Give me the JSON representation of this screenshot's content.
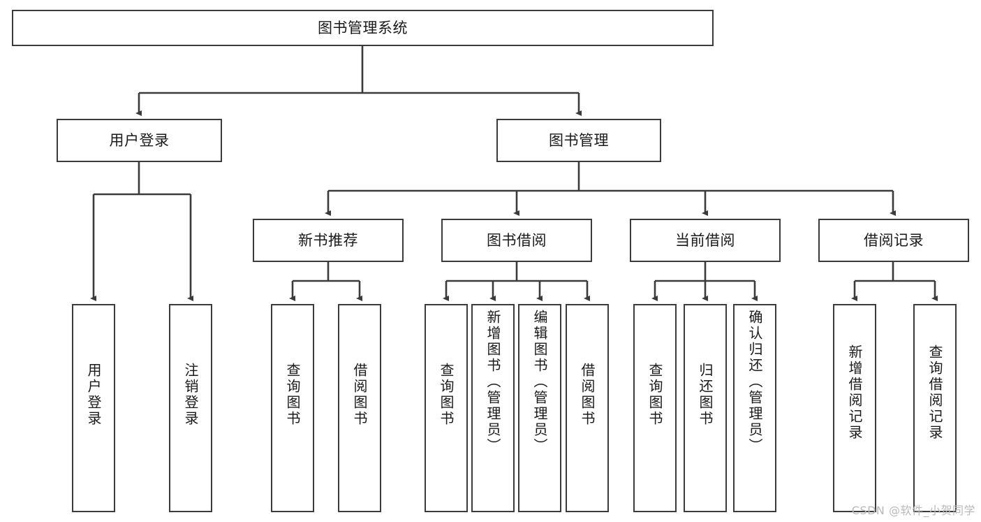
{
  "diagram": {
    "type": "tree",
    "title": "图书管理系统",
    "root": {
      "label": "图书管理系统"
    },
    "level2": [
      {
        "label": "用户登录"
      },
      {
        "label": "图书管理"
      }
    ],
    "level3": [
      {
        "label": "新书推荐"
      },
      {
        "label": "图书借阅"
      },
      {
        "label": "当前借阅"
      },
      {
        "label": "借阅记录"
      }
    ],
    "leaves": {
      "user_login": [
        {
          "label": "用户登录"
        },
        {
          "label": "注销登录"
        }
      ],
      "new_book_recommend": [
        {
          "label": "查询图书"
        },
        {
          "label": "借阅图书"
        }
      ],
      "book_borrow": [
        {
          "label": "查询图书"
        },
        {
          "label": "新增图书（管理员）"
        },
        {
          "label": "编辑图书（管理员）"
        },
        {
          "label": "借阅图书"
        }
      ],
      "current_borrow": [
        {
          "label": "查询图书"
        },
        {
          "label": "归还图书"
        },
        {
          "label": "确认归还（管理员）"
        }
      ],
      "borrow_record": [
        {
          "label": "新增借阅记录"
        },
        {
          "label": "查询借阅记录"
        }
      ]
    }
  },
  "watermark": {
    "text": "CSDN @软件_小贺同学"
  },
  "colors": {
    "border": "#3b3b3b",
    "background": "#ffffff",
    "text": "#1a1a1a",
    "watermark": "#b9b9b9"
  }
}
